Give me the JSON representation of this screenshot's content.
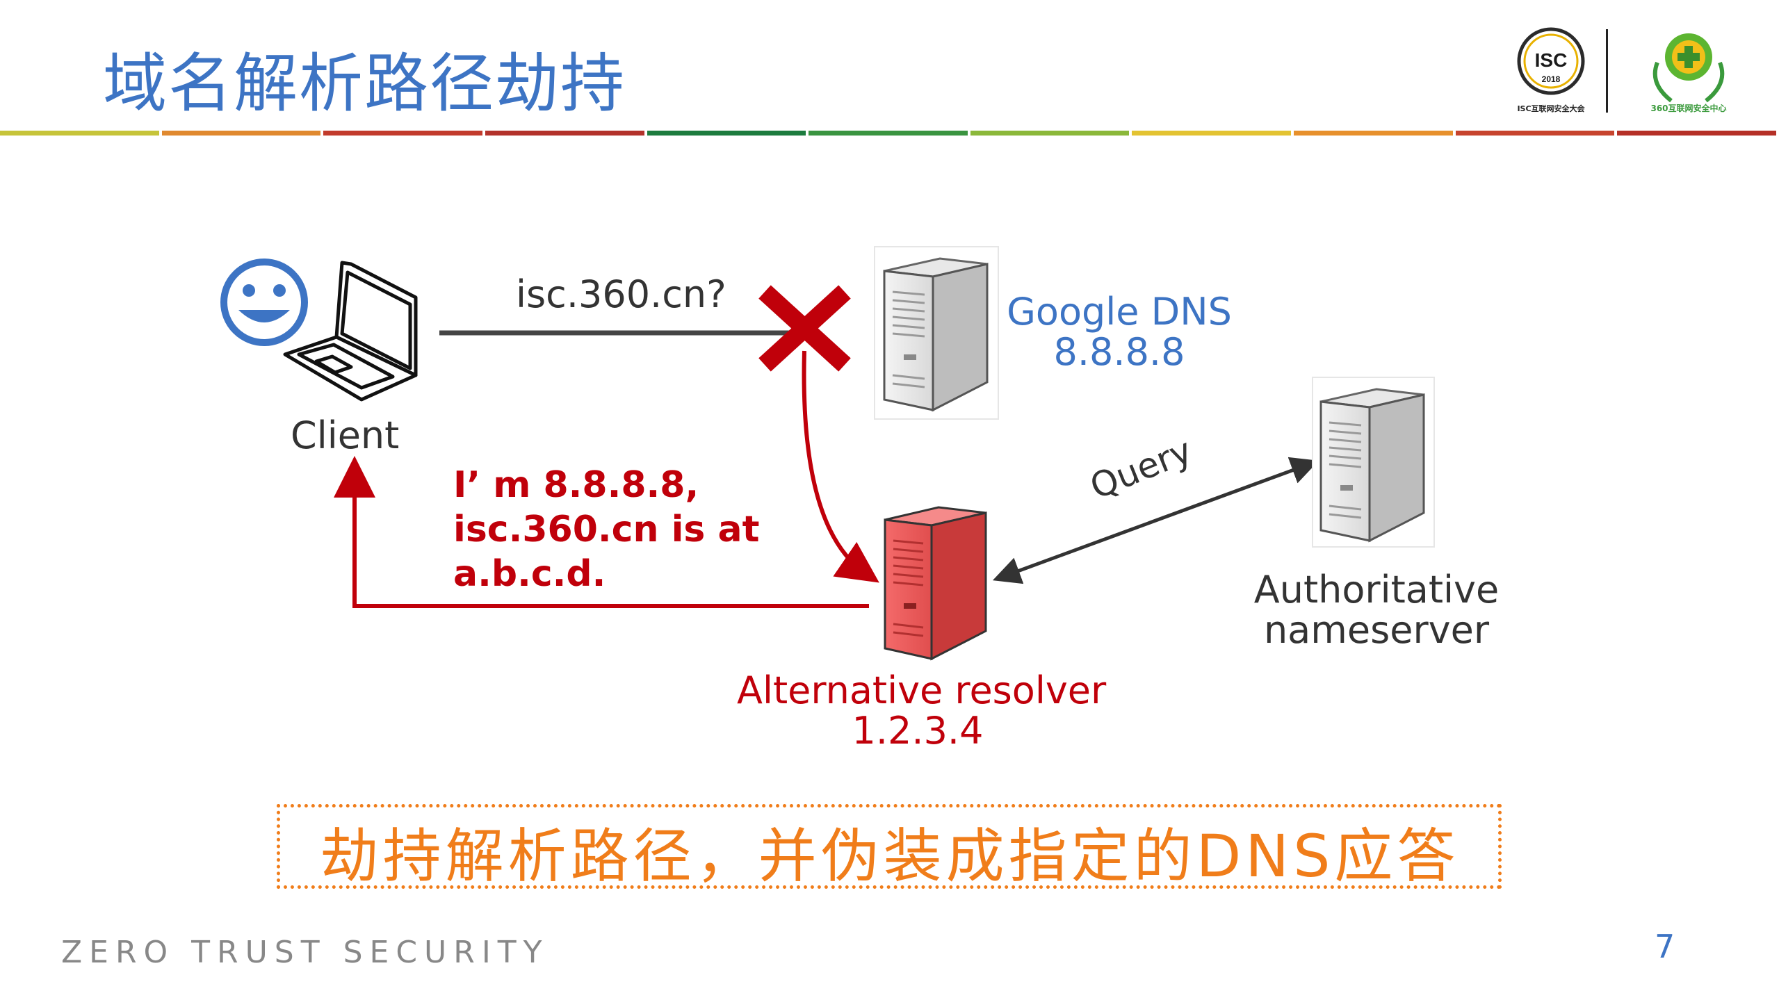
{
  "title": "域名解析路径劫持",
  "header": {
    "colorbar_colors": [
      "#c6c43a",
      "#e0892f",
      "#c23b2c",
      "#b3322b",
      "#1d7c3e",
      "#3a9440",
      "#8bb83a",
      "#e3c332",
      "#e7902c",
      "#c7442e",
      "#b53027"
    ],
    "logo_isc_year": "2018",
    "logo_isc_text": "ISC",
    "logo_isc_caption": "ISC互联网安全大会",
    "logo_360_caption": "360互联网安全中心"
  },
  "diagram": {
    "client_label": "Client",
    "query_text": "isc.360.cn?",
    "google": {
      "name": "Google DNS",
      "ip": "8.8.8.8"
    },
    "authoritative": {
      "line1": "Authoritative",
      "line2": "nameserver"
    },
    "alternative": {
      "name": "Alternative resolver",
      "ip": "1.2.3.4"
    },
    "spoof_response": [
      "I’ m 8.8.8.8,",
      "isc.360.cn is at",
      "a.b.c.d."
    ],
    "query_arrow_label": "Query",
    "colors": {
      "accent_blue": "#3d74c4",
      "attack_red": "#c0000a",
      "callout_orange": "#f07d1a"
    }
  },
  "callout_text": "劫持解析路径，并伪装成指定的DNS应答",
  "footer": {
    "brand": "ZERO TRUST SECURITY",
    "page_number": "7"
  }
}
